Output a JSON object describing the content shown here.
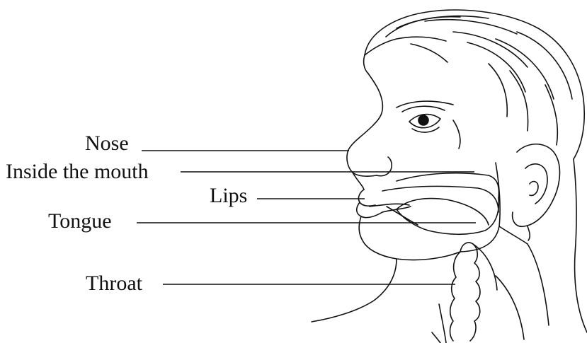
{
  "labels": {
    "nose": "Nose",
    "inside_mouth": "Inside the mouth",
    "lips": "Lips",
    "tongue": "Tongue",
    "throat": "Throat"
  },
  "colors": {
    "ink": "#111111",
    "background": "#ffffff"
  }
}
